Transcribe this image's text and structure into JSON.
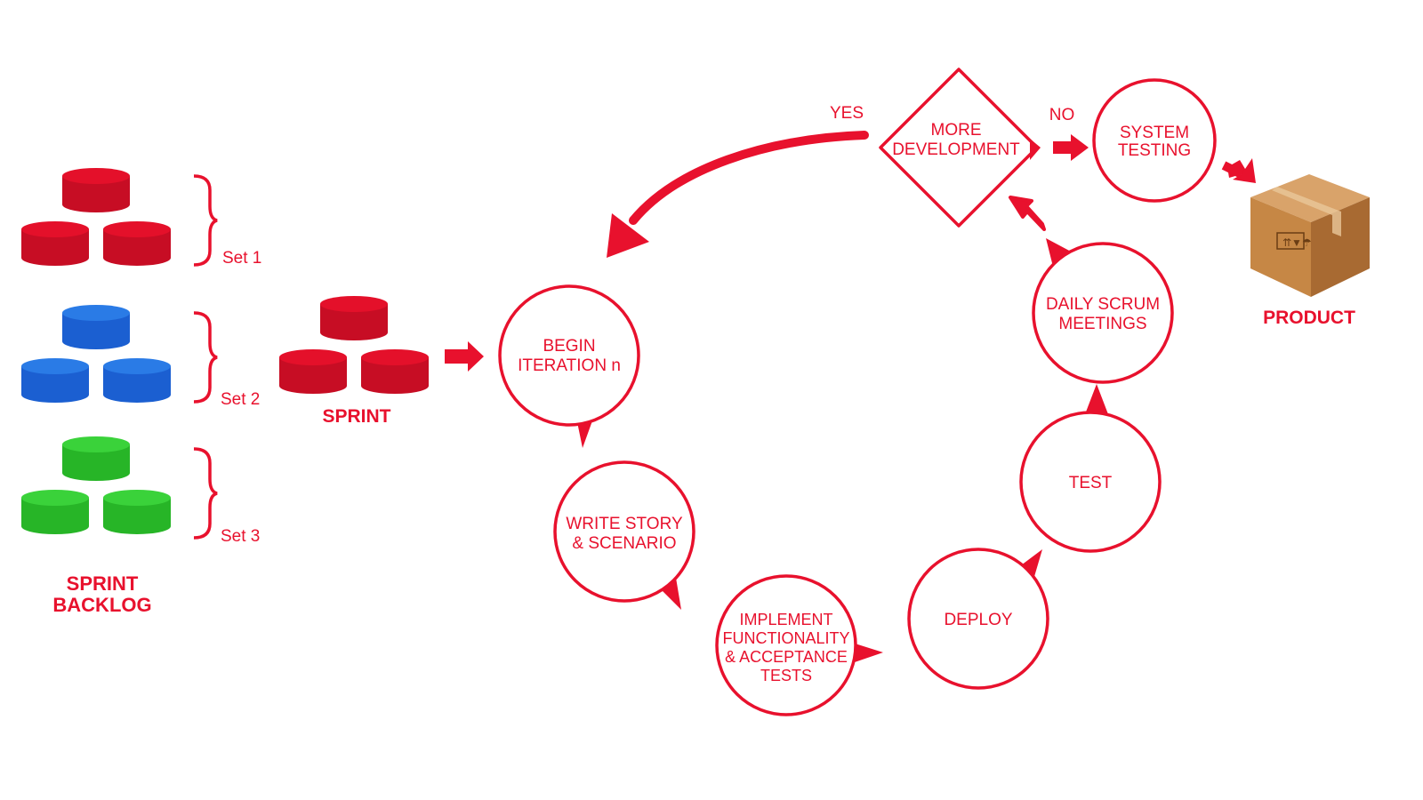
{
  "colors": {
    "accent": "#e8112d",
    "red_top": "#e4102a",
    "red_side": "#c70d24",
    "blue_top": "#2a7be6",
    "blue_side": "#1b5fd1",
    "green_top": "#3ad23a",
    "green_side": "#27b527",
    "box": "#c98a4e"
  },
  "backlog": {
    "title_line1": "SPRINT",
    "title_line2": "BACKLOG",
    "sets": [
      {
        "label": "Set 1",
        "color": "red"
      },
      {
        "label": "Set 2",
        "color": "blue"
      },
      {
        "label": "Set 3",
        "color": "green"
      }
    ]
  },
  "sprint": {
    "label": "SPRINT"
  },
  "steps": {
    "begin": {
      "line1": "BEGIN",
      "line2": "ITERATION n"
    },
    "write": {
      "line1": "WRITE STORY",
      "line2": "& SCENARIO"
    },
    "implement": {
      "line1": "IMPLEMENT",
      "line2": "FUNCTIONALITY",
      "line3": "& ACCEPTANCE",
      "line4": "TESTS"
    },
    "deploy": {
      "line1": "DEPLOY"
    },
    "test": {
      "line1": "TEST"
    },
    "daily": {
      "line1": "DAILY SCRUM",
      "line2": "MEETINGS"
    },
    "decision": {
      "line1": "MORE",
      "line2": "DEVELOPMENT"
    },
    "system": {
      "line1": "SYSTEM",
      "line2": "TESTING"
    }
  },
  "branch": {
    "yes": "YES",
    "no": "NO"
  },
  "product": {
    "label": "PRODUCT"
  }
}
